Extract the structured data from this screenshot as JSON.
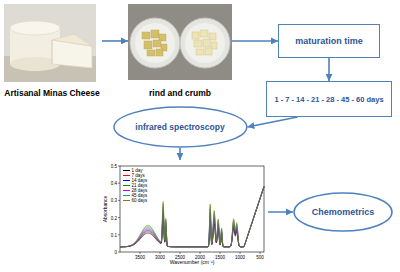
{
  "diagram": {
    "nodes": [
      {
        "text": [
          "Artisanal Minas Cheese"
        ]
      },
      {
        "text": [
          "rind and crumb"
        ]
      },
      {
        "text": [
          "maturation time"
        ]
      },
      {
        "text": [
          "1 - 7 - 14 - 21 - 28 - 45 - 60 days"
        ]
      },
      {
        "text": [
          "infrared spectroscopy"
        ]
      },
      {
        "text": [
          "Absorbance",
          "Wavenumber (cm⁻¹)"
        ]
      },
      {
        "text": [
          "Chemometrics"
        ]
      }
    ],
    "edges": [
      {
        "from": 0,
        "to": 1,
        "arrow": "to"
      },
      {
        "from": 1,
        "to": 2,
        "arrow": "to"
      },
      {
        "from": 2,
        "to": 3,
        "arrow": "to"
      },
      {
        "from": 3,
        "to": 4,
        "arrow": "to"
      },
      {
        "from": 4,
        "to": 5,
        "arrow": "to"
      },
      {
        "from": 5,
        "to": 6,
        "arrow": "to"
      }
    ],
    "labels": [
      "0.5",
      "0.4",
      "0.3",
      "0.2",
      "0.1",
      "0",
      "3500",
      "3000",
      "2500",
      "2000",
      "1500",
      "1000",
      "500"
    ],
    "legend": [
      {
        "text": "1 day",
        "color": "#000000"
      },
      {
        "text": "7 days",
        "color": "#ff0000"
      },
      {
        "text": "14 days",
        "color": "#0000ff"
      },
      {
        "text": "21 days",
        "color": "#008000"
      },
      {
        "text": "28 days",
        "color": "#cc00cc"
      },
      {
        "text": "45 days",
        "color": "#00a0a0"
      },
      {
        "text": "60 days",
        "color": "#808000"
      }
    ]
  }
}
